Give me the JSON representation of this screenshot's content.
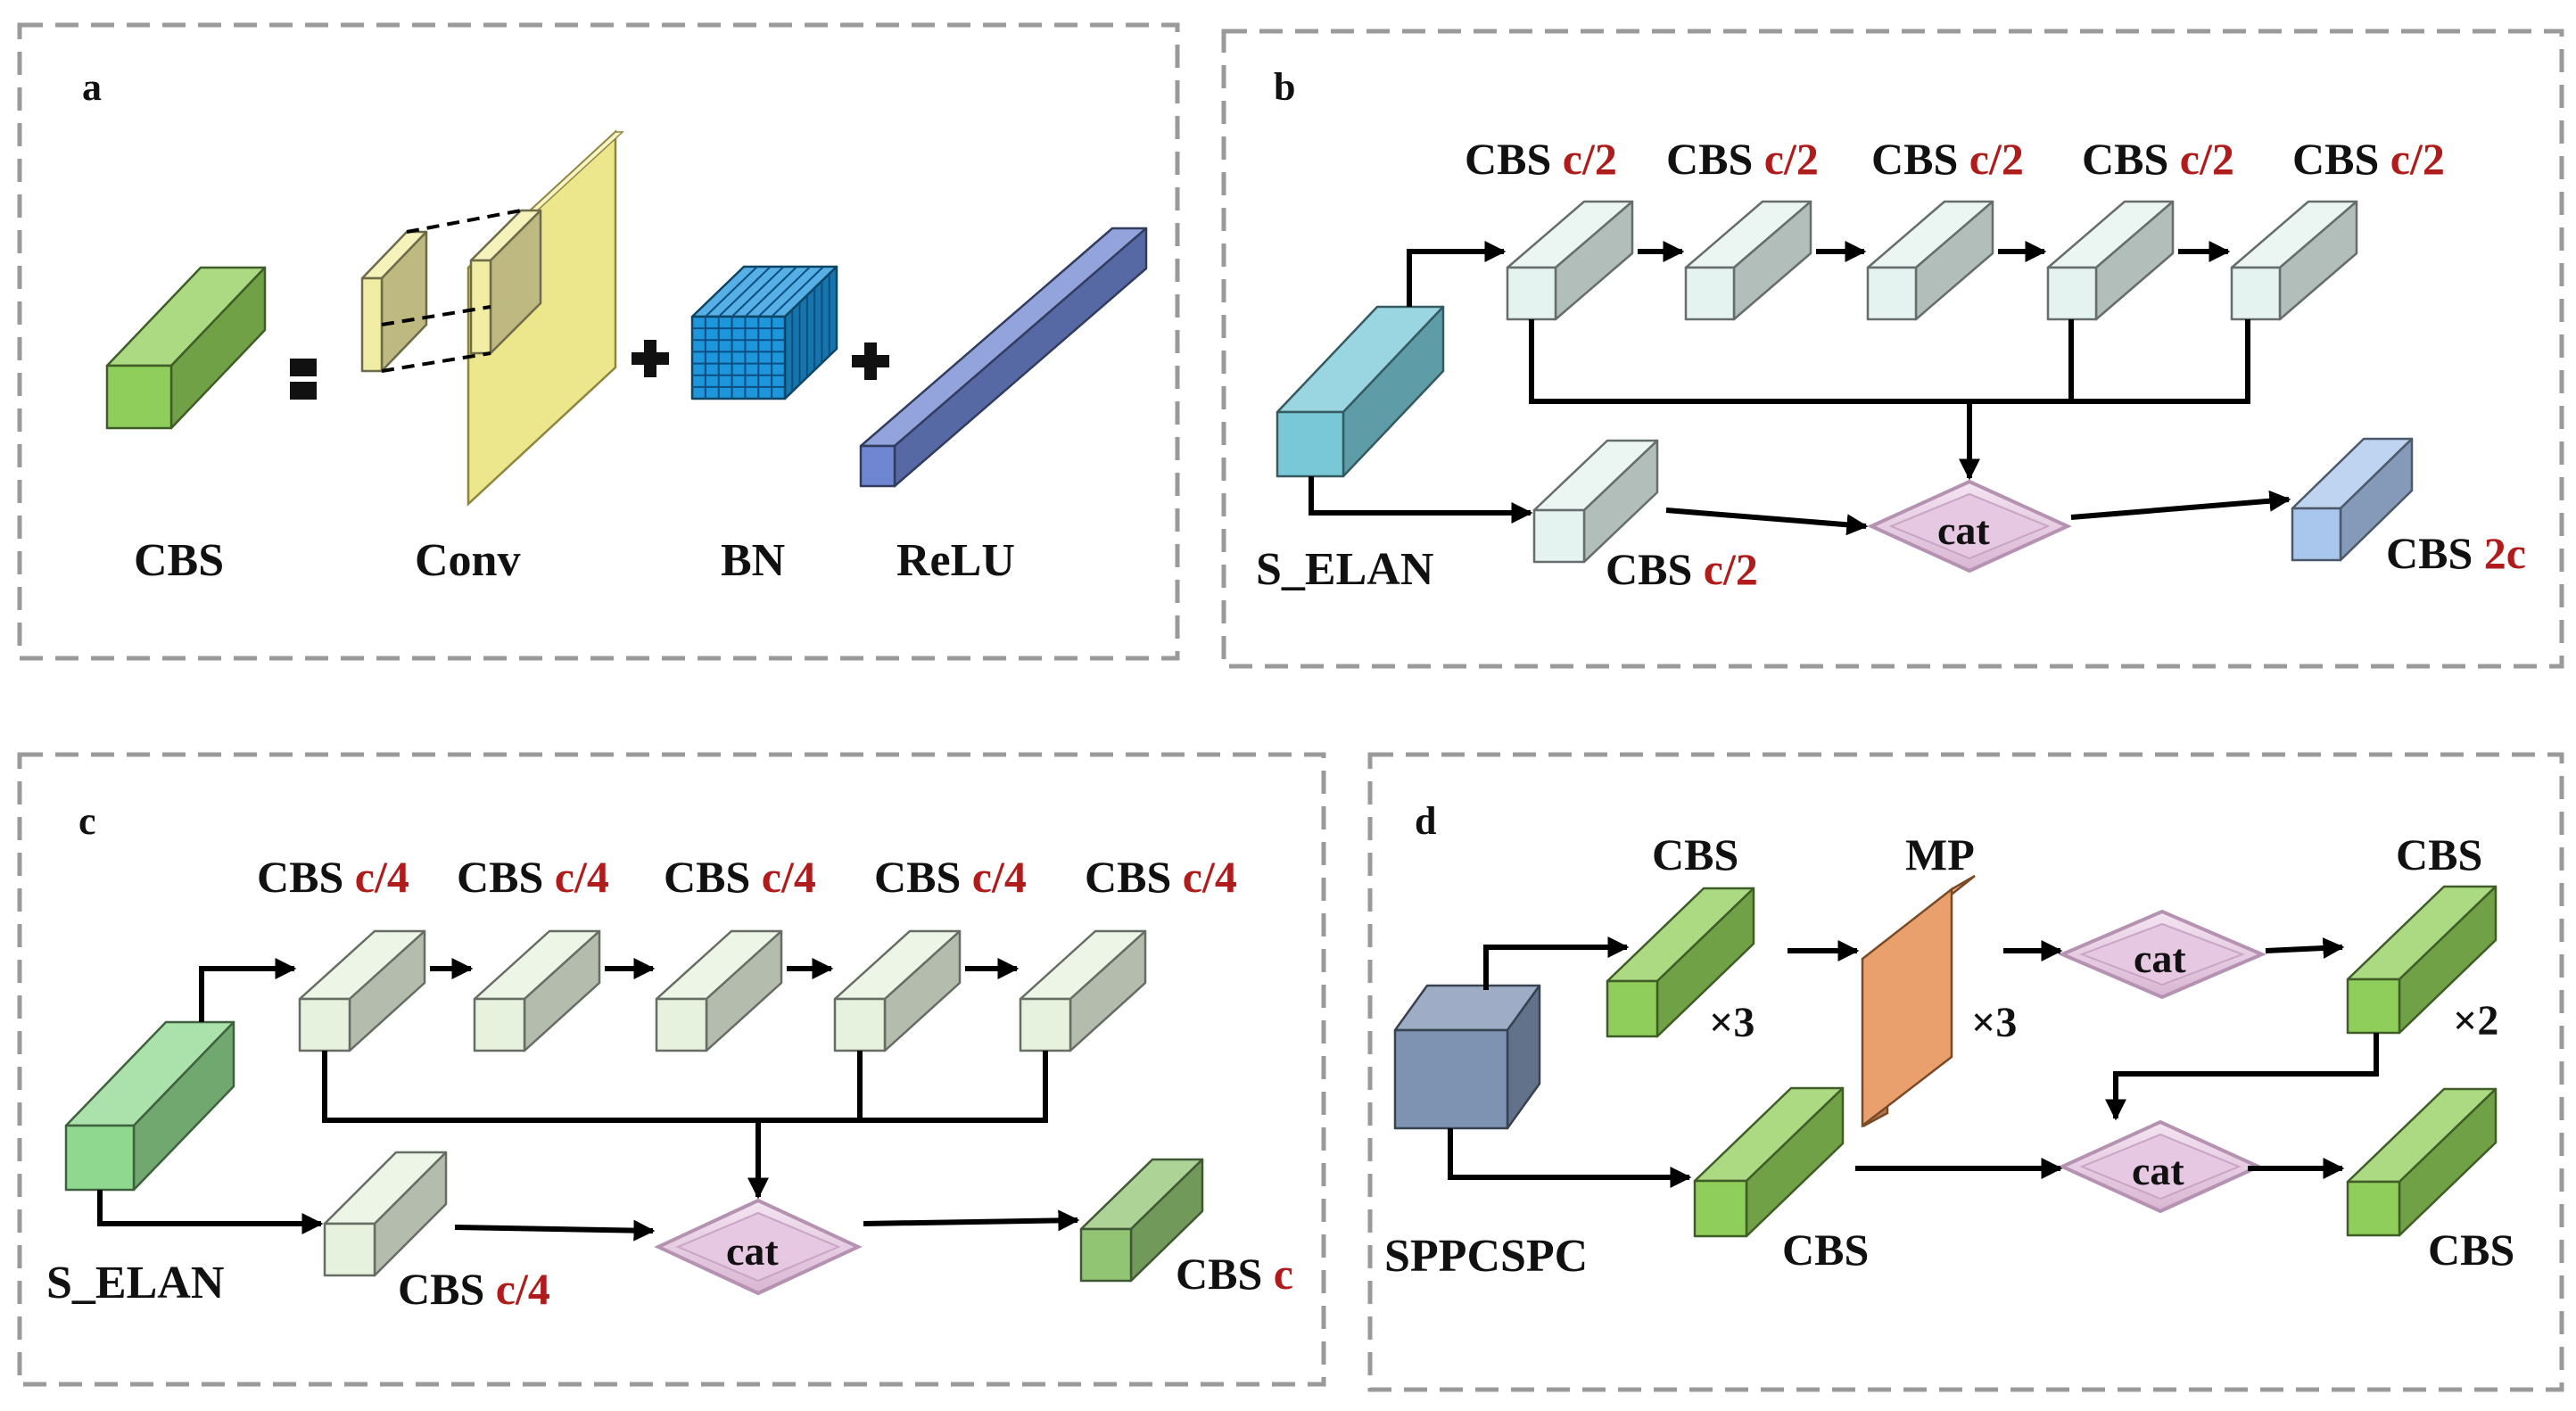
{
  "panels": {
    "a": {
      "letter": "a",
      "cbs": "CBS",
      "conv": "Conv",
      "bn": "BN",
      "relu": "ReLU"
    },
    "b": {
      "letter": "b",
      "top": [
        {
          "name": "CBS",
          "size": "c/2"
        },
        {
          "name": "CBS",
          "size": "c/2"
        },
        {
          "name": "CBS",
          "size": "c/2"
        },
        {
          "name": "CBS",
          "size": "c/2"
        },
        {
          "name": "CBS",
          "size": "c/2"
        }
      ],
      "input": "S_ELAN",
      "side": {
        "name": "CBS",
        "size": "c/2"
      },
      "cat": "cat",
      "out": {
        "name": "CBS",
        "size": "2c"
      }
    },
    "c": {
      "letter": "c",
      "top": [
        {
          "name": "CBS",
          "size": "c/4"
        },
        {
          "name": "CBS",
          "size": "c/4"
        },
        {
          "name": "CBS",
          "size": "c/4"
        },
        {
          "name": "CBS",
          "size": "c/4"
        },
        {
          "name": "CBS",
          "size": "c/4"
        }
      ],
      "input": "S_ELAN",
      "side": {
        "name": "CBS",
        "size": "c/4"
      },
      "cat": "cat",
      "out": {
        "name": "CBS",
        "size": "c"
      }
    },
    "d": {
      "letter": "d",
      "input": "SPPCSPC",
      "cbs1": "CBS",
      "mult1": "×3",
      "mp": "MP",
      "mult2": "×3",
      "cat1": "cat",
      "cbs2": "CBS",
      "mult3": "×2",
      "cbs3": "CBS",
      "cat2": "cat",
      "cbs4": "CBS"
    }
  },
  "colors": {
    "green": "#8fce5a",
    "pale_cyan": "#e4f3ef",
    "pale_green": "#e6f1de",
    "teal": "#78c8d8",
    "blue_out": "#a9c6ec",
    "cat_diamond": "#e6c8e2",
    "mp_orange": "#e9a06c",
    "sppcspc_blue": "#7e92b2",
    "conv_yellow": "#ece68c",
    "bn_blue": "#1e96dc",
    "relu_blue": "#6f86d2",
    "label_red": "#b01c1c"
  }
}
